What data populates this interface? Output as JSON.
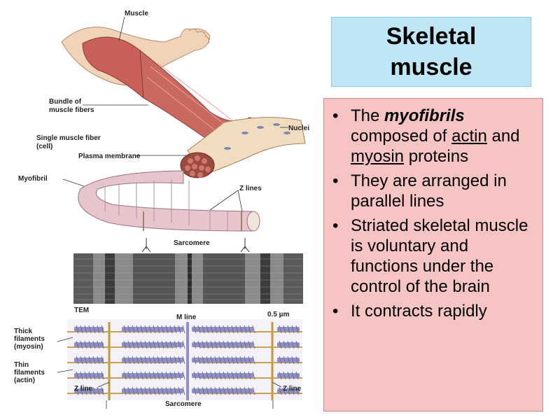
{
  "diagram": {
    "labels": {
      "muscle": "Muscle",
      "bundle_1": "Bundle of",
      "bundle_2": "muscle fibers",
      "fiber_1": "Single muscle fiber",
      "fiber_2": "(cell)",
      "plasma": "Plasma membrane",
      "nuclei": "Nuclei",
      "myofibril": "Myofibril",
      "zlines": "Z lines",
      "sarcomere_top": "Sarcomere",
      "tem": "TEM",
      "scale": "0.5 µm",
      "mline": "M line",
      "thick_1": "Thick",
      "thick_2": "filaments",
      "thick_3": "(myosin)",
      "thin_1": "Thin",
      "thin_2": "filaments",
      "thin_3": "(actin)",
      "zline_left": "Z line",
      "zline_right": "Z line",
      "sarcomere_bottom": "Sarcomere"
    }
  },
  "title": {
    "line1": "Skeletal",
    "line2": "muscle"
  },
  "bullets": {
    "b1": {
      "pre": "The ",
      "em": "myofibrils",
      "mid": " composed of ",
      "u1": "actin",
      "and": " and ",
      "u2": "myosin",
      "post": " proteins"
    },
    "b2": "They are arranged in parallel lines",
    "b3": "Striated skeletal muscle is voluntary and functions under the control of the brain",
    "b4": "It contracts rapidly"
  },
  "colors": {
    "title_bg": "#bfe6f5",
    "body_bg": "#f7c4c4",
    "muscle": "#c9605a",
    "fiber": "#f2dcc0",
    "myofibril": "#e6c6cc"
  }
}
